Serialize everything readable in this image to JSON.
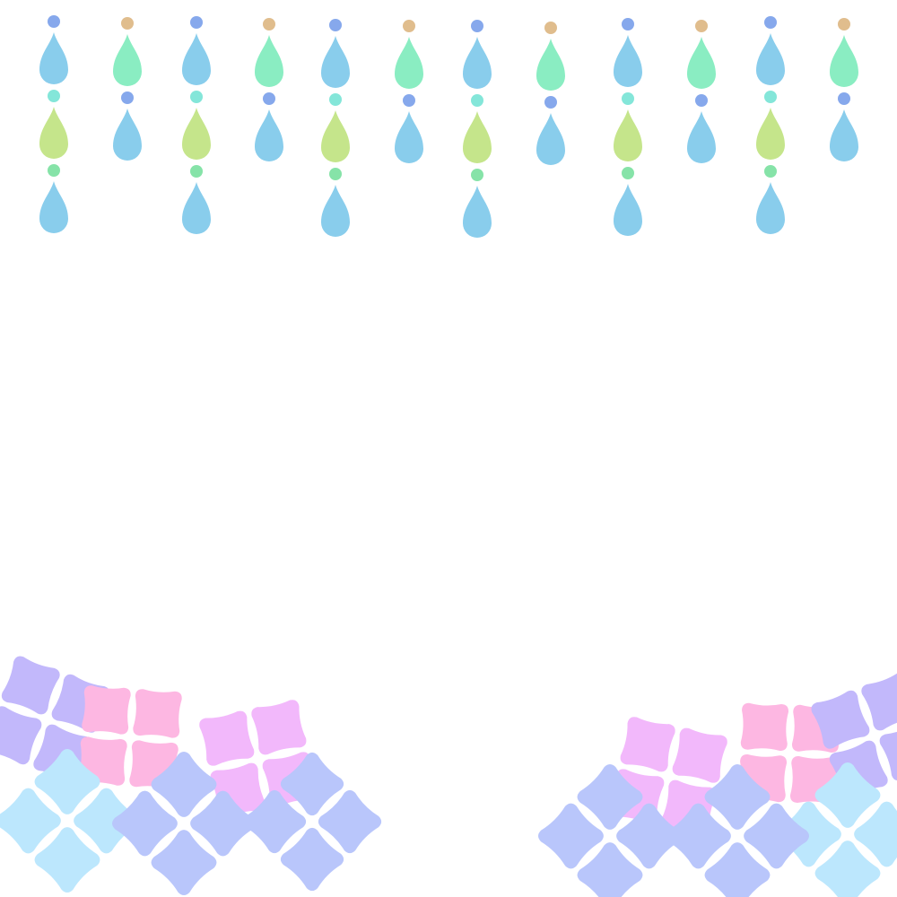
{
  "palette": {
    "background": "#ffffff",
    "drop_blue": "#89cdec",
    "drop_mint": "#8aedc2",
    "drop_lime": "#c5e58b",
    "bead_blue": "#86a8ec",
    "bead_tan": "#e0bd8d",
    "bead_aqua": "#84e6d9",
    "bead_green": "#86e3a8",
    "flower_lavender": "#c2b8fb",
    "flower_pink": "#fdb7e2",
    "flower_orchid": "#f2b8fb",
    "flower_periwinkle": "#b9c6fb",
    "flower_sky": "#bce7fd"
  },
  "garland": {
    "strands": [
      {
        "drops": [
          "drop_blue",
          "drop_lime",
          "drop_blue"
        ],
        "beads": [
          "bead_blue",
          "bead_aqua",
          "bead_green"
        ]
      },
      {
        "drops": [
          "drop_mint",
          "drop_blue"
        ],
        "beads": [
          "bead_tan",
          "bead_blue"
        ]
      },
      {
        "drops": [
          "drop_blue",
          "drop_lime",
          "drop_blue"
        ],
        "beads": [
          "bead_blue",
          "bead_aqua",
          "bead_green"
        ]
      },
      {
        "drops": [
          "drop_mint",
          "drop_blue"
        ],
        "beads": [
          "bead_tan",
          "bead_blue"
        ]
      },
      {
        "drops": [
          "drop_blue",
          "drop_lime",
          "drop_blue"
        ],
        "beads": [
          "bead_blue",
          "bead_aqua",
          "bead_green"
        ]
      },
      {
        "drops": [
          "drop_mint",
          "drop_blue"
        ],
        "beads": [
          "bead_tan",
          "bead_blue"
        ]
      },
      {
        "drops": [
          "drop_blue",
          "drop_lime",
          "drop_blue"
        ],
        "beads": [
          "bead_blue",
          "bead_aqua",
          "bead_green"
        ]
      },
      {
        "drops": [
          "drop_mint",
          "drop_blue"
        ],
        "beads": [
          "bead_tan",
          "bead_blue"
        ]
      },
      {
        "drops": [
          "drop_blue",
          "drop_lime",
          "drop_blue"
        ],
        "beads": [
          "bead_blue",
          "bead_aqua",
          "bead_green"
        ]
      },
      {
        "drops": [
          "drop_mint",
          "drop_blue"
        ],
        "beads": [
          "bead_tan",
          "bead_blue"
        ]
      },
      {
        "drops": [
          "drop_blue",
          "drop_lime",
          "drop_blue"
        ],
        "beads": [
          "bead_blue",
          "bead_aqua",
          "bead_green"
        ]
      },
      {
        "drops": [
          "drop_mint",
          "drop_blue"
        ],
        "beads": [
          "bead_tan",
          "bead_blue"
        ]
      }
    ]
  },
  "hydrangeas": {
    "left": [
      "flower_lavender",
      "flower_pink",
      "flower_orchid",
      "flower_sky",
      "flower_periwinkle",
      "flower_periwinkle"
    ],
    "right": [
      "flower_orchid",
      "flower_pink",
      "flower_lavender",
      "flower_sky",
      "flower_periwinkle",
      "flower_periwinkle"
    ]
  }
}
